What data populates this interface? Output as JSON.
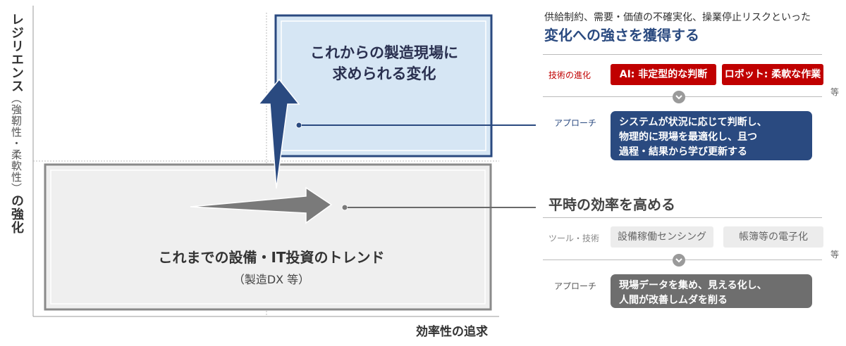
{
  "axes": {
    "y_label": "レジリエンス",
    "y_sub": "（強靭性・柔軟性）",
    "y_suffix": "の強化",
    "x_label": "効率性の追求"
  },
  "upper_box": {
    "title_line1": "これからの製造現場に",
    "title_line2": "求められる変化"
  },
  "lower_box": {
    "title": "これまでの設備・IT投資のトレンド",
    "subtitle": "（製造DX 等）"
  },
  "future_panel": {
    "subheading": "供給制約、需要・価値の不確実化、操業停止リスクといった",
    "heading": "変化への強さを獲得する",
    "tech_label": "技術の進化",
    "tags": [
      "AI: 非定型的な判断",
      "ロボット: 柔軟な作業"
    ],
    "etc": "等",
    "approach_label": "アプローチ",
    "approach_text": "システムが状況に応じて判断し、\n物理的に現場を最適化し、且つ\n過程・結果から学び更新する"
  },
  "current_panel": {
    "heading": "平時の効率を高める",
    "tech_label": "ツール・技術",
    "tags": [
      "設備稼働センシング",
      "帳簿等の電子化"
    ],
    "etc": "等",
    "approach_label": "アプローチ",
    "approach_text": "現場データを集め、見える化し、\n人間が改善しムダを削る"
  },
  "colors": {
    "navy": "#2a4a80",
    "upper_fill": "#d6e6f4",
    "lower_fill": "#efefef",
    "red_tag": "#c00000",
    "gray_approach": "#6e6e6e"
  }
}
